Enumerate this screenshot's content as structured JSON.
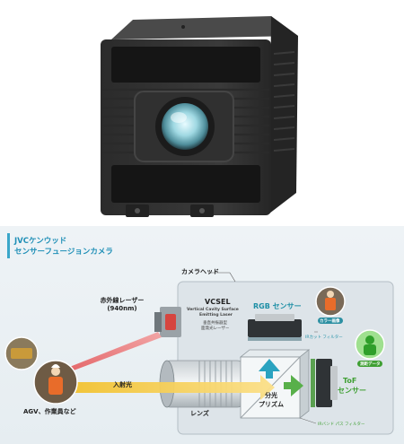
{
  "title": {
    "line1": "JVCケンウッド",
    "line2": "センサーフュージョンカメラ"
  },
  "camera_head_label": "カメラヘッド",
  "ir_laser": {
    "label": "赤外線レーザー",
    "wavelength": "(940nm)"
  },
  "vcsel": {
    "name": "VCSEL",
    "desc1": "Vertical Cavity Surface",
    "desc2": "Emitting Laser",
    "desc3": "垂直共振器型",
    "desc4": "面発光レーザー"
  },
  "rgb_sensor": {
    "label": "RGB センサー",
    "badge": "カラー画像"
  },
  "tof_sensor": {
    "label_line1": "ToF",
    "label_line2": "センサー",
    "badge": "測距データ"
  },
  "ir_cut_filter": "IRカット フィルター",
  "ir_bandpass_filter": "IRバンド パス フィルター",
  "prism": {
    "line1": "分光",
    "line2": "プリズム"
  },
  "lens": "レンズ",
  "incident_light": "入射光",
  "subject": "AGV、作業員など",
  "colors": {
    "accent": "#1f8fb7",
    "laser_arrow": "#e0565a",
    "light_arrow": "#f2c12e",
    "tof_green": "#3e9f32",
    "rgb_teal": "#1e8fa6"
  }
}
